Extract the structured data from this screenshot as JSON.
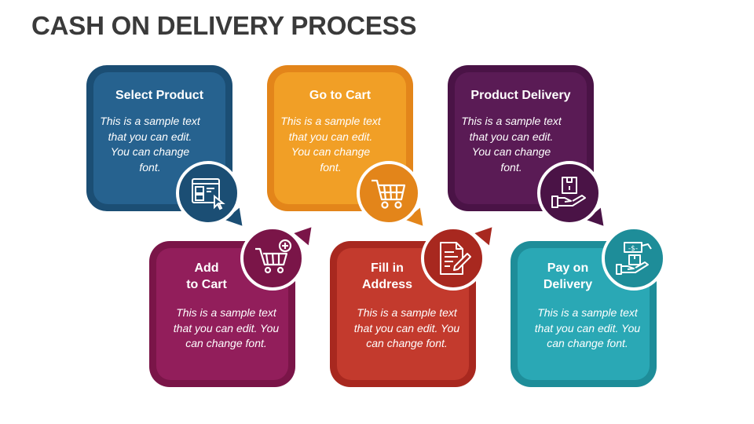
{
  "title": "CASH ON DELIVERY PROCESS",
  "steps": [
    {
      "title": "Select Product",
      "text": "This is a sample text that you can edit. You can change font.",
      "icon": "product-catalog-click-icon",
      "color": "#1f5b87"
    },
    {
      "title": "Add\nto Cart",
      "text": "This is a sample text that you can edit. You can change font.",
      "icon": "add-to-cart-icon",
      "color": "#8e1a55"
    },
    {
      "title": "Go to Cart",
      "text": "This is a sample text that you can edit. You can change font.",
      "icon": "shopping-cart-icon",
      "color": "#ef9a23"
    },
    {
      "title": "Fill in\nAddress",
      "text": "This is a sample text that you can edit. You can change font.",
      "icon": "document-edit-icon",
      "color": "#bf3429"
    },
    {
      "title": "Product Delivery",
      "text": "This is a sample text that you can edit. You can change font.",
      "icon": "package-in-hand-icon",
      "color": "#53194f"
    },
    {
      "title": "Pay on\nDelivery",
      "text": "This is a sample text that you can edit. You can change font.",
      "icon": "cash-payment-icon",
      "color": "#27a3b1"
    }
  ]
}
